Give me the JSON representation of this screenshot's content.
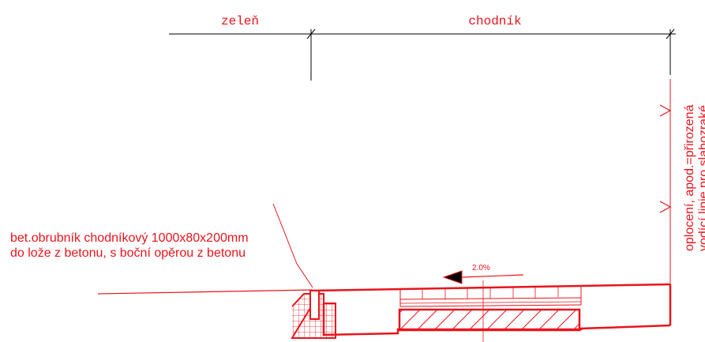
{
  "dimension_labels": {
    "left": "zeleň",
    "right": "chodník"
  },
  "annotations": {
    "curb_line1": "bet.obrubník chodníkový 1000x80x200mm",
    "curb_line2": "do lože z betonu, s boční opěrou z betonu",
    "slope": "2.0%",
    "fence_line1": "oplocení, apod.=přirozená",
    "fence_line2": "vodící linie pro slabozraké"
  },
  "colors": {
    "line": "#e8141c",
    "dimension": "#000000",
    "dimension_text": "#e8141c"
  }
}
